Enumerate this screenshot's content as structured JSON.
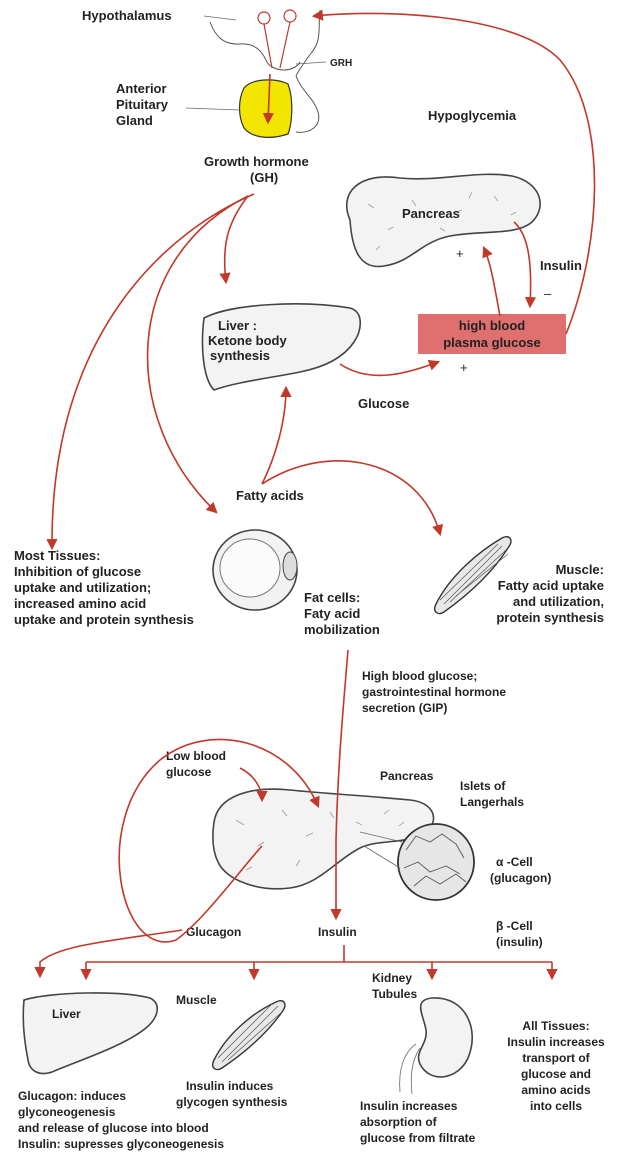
{
  "colors": {
    "arrow": "#c0392b",
    "pituitary": "#f2e600",
    "plasma_box": "#e07070",
    "organ_fill": "#f3f3f3",
    "outline": "#444444"
  },
  "top_section": {
    "hypothalamus": "Hypothalamus",
    "grh": "GRH",
    "pituitary": [
      "Anterior",
      "Pituitary",
      "Gland"
    ],
    "hypoglycemia": "Hypoglycemia",
    "growth_hormone": [
      "Growth hormone",
      "(GH)"
    ],
    "pancreas": "Pancreas",
    "insulin": "Insulin",
    "minus": "–",
    "plus": "+",
    "liver": [
      "Liver :",
      "Ketone body",
      "synthesis"
    ],
    "plasma_box": [
      "high blood",
      "plasma glucose"
    ],
    "glucose": "Glucose",
    "fatty_acids": "Fatty acids",
    "most_tissues": [
      "Most Tissues:",
      "Inhibition of glucose",
      "uptake and utilization;",
      "increased amino acid",
      "uptake and protein synthesis"
    ],
    "fat_cells": [
      "Fat cells:",
      "Faty acid",
      "mobilization"
    ],
    "muscle": [
      "Muscle:",
      "Fatty acid uptake",
      "and utilization,",
      "protein synthesis"
    ]
  },
  "bottom_section": {
    "high_glucose": [
      "High blood glucose;",
      "gastrointestinal hormone",
      "secretion (GIP)"
    ],
    "low_glucose": [
      "Low blood",
      "glucose"
    ],
    "pancreas": "Pancreas",
    "islets": [
      "Islets of",
      "Langerhals"
    ],
    "alpha_cell": [
      "α -Cell",
      "(glucagon)"
    ],
    "beta_cell": [
      "β -Cell",
      "(insulin)"
    ],
    "glucagon": "Glucagon",
    "insulin": "Insulin",
    "liver": "Liver",
    "muscle": "Muscle",
    "muscle_caption": [
      "Insulin induces",
      "glycogen synthesis"
    ],
    "kidney": [
      "Kidney",
      "Tubules"
    ],
    "kidney_caption": [
      "Insulin increases",
      "absorption of",
      "glucose from filtrate"
    ],
    "all_tissues": [
      "All Tissues:",
      "Insulin increases",
      "transport of",
      "glucose and",
      "amino acids",
      "into cells"
    ],
    "liver_caption": [
      "Glucagon: induces",
      "glyconeogenesis",
      "and release of glucose into blood",
      "Insulin: supresses glyconeogenesis"
    ]
  }
}
